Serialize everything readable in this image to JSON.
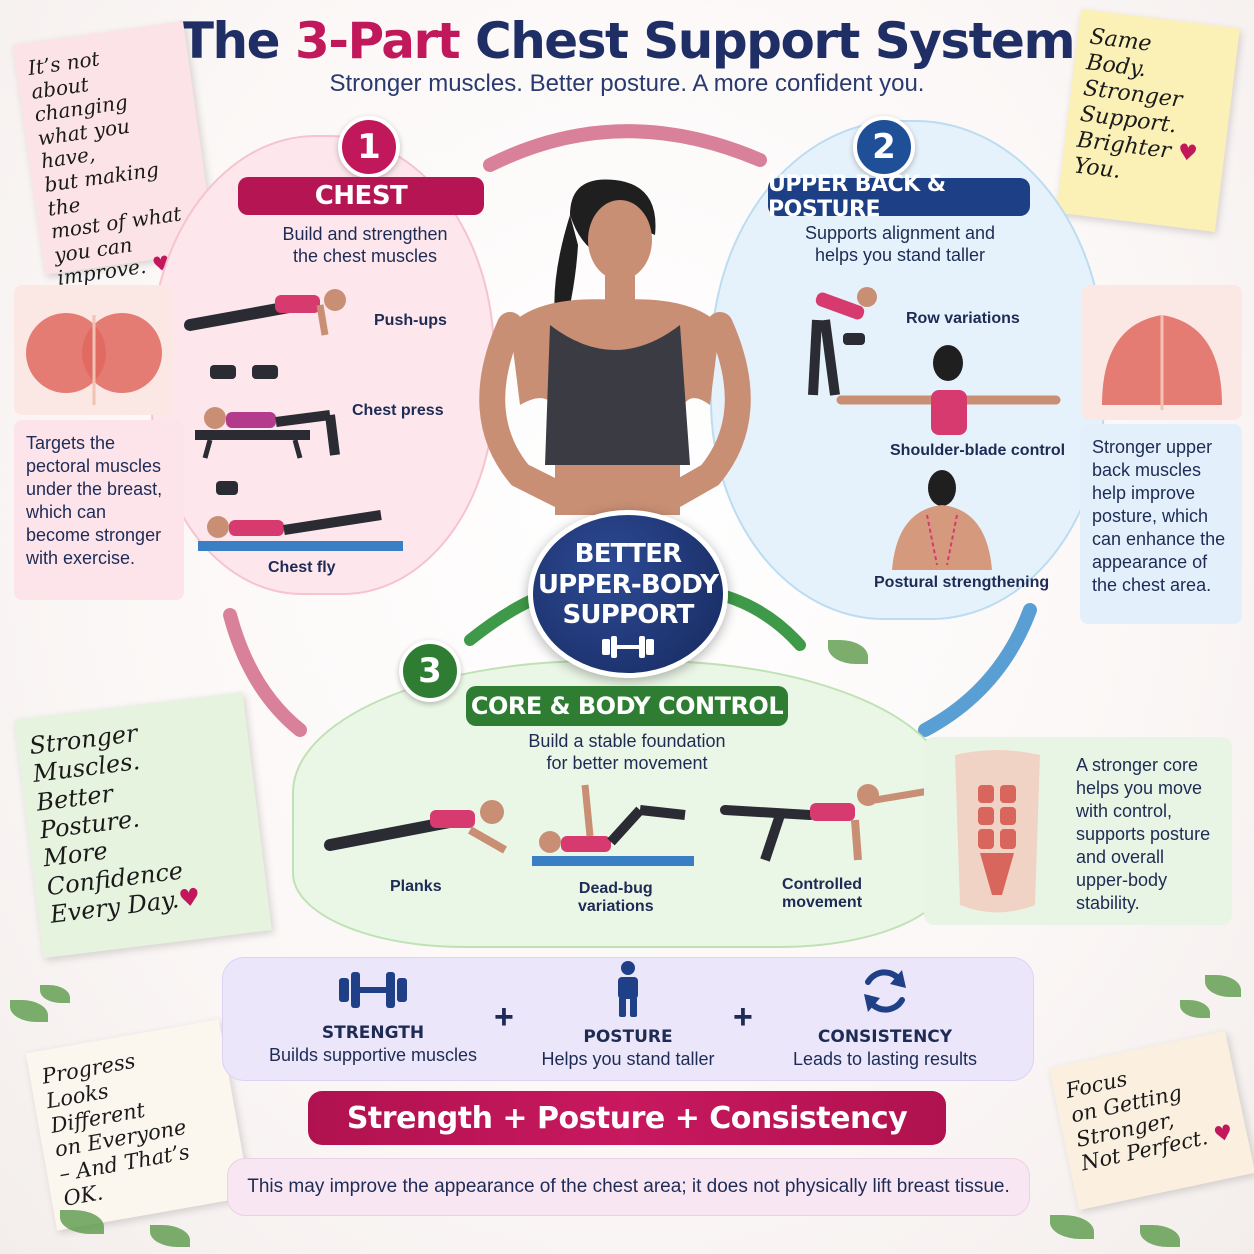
{
  "header": {
    "title_pre": "The ",
    "title_accent": "3-Part",
    "title_post": " Chest Support System",
    "subtitle": "Stronger muscles. Better posture. A more confident you."
  },
  "notes": {
    "top_left": [
      "It’s not",
      "about changing",
      "what you have,",
      "but making the",
      "most of what",
      "you can",
      "improve."
    ],
    "top_right": [
      "Same",
      "Body.",
      "Stronger",
      "Support.",
      "Brighter",
      "You."
    ],
    "mid_left": [
      "Stronger",
      "Muscles.",
      "Better",
      "Posture.",
      "More",
      "Confidence",
      "Every Day."
    ],
    "bottom_left": [
      "Progress",
      "Looks",
      "Different",
      "on Everyone",
      "– And That’s OK."
    ],
    "bottom_right": [
      "Focus",
      "on Getting",
      "Stronger,",
      "Not Perfect."
    ],
    "heart": "♥"
  },
  "sections": {
    "chest": {
      "number": "1",
      "title": "CHEST",
      "description_1": "Build and strengthen",
      "description_2": "the chest muscles",
      "exercises": [
        "Push-ups",
        "Chest press",
        "Chest fly"
      ],
      "info": "Targets the pectoral muscles under the breast, which can become stronger with exercise."
    },
    "back": {
      "number": "2",
      "title": "UPPER BACK & POSTURE",
      "description_1": "Supports alignment and",
      "description_2": "helps you stand taller",
      "exercises": [
        "Row variations",
        "Shoulder-blade control",
        "Postural strengthening"
      ],
      "info": "Stronger upper back muscles help improve posture, which can enhance the appearance of the chest area."
    },
    "core": {
      "number": "3",
      "title": "CORE & BODY CONTROL",
      "description_1": "Build a stable foundation",
      "description_2": "for better movement",
      "exercises": [
        {
          "line1": "Planks",
          "line2": ""
        },
        {
          "line1": "Dead-bug",
          "line2": "variations"
        },
        {
          "line1": "Controlled",
          "line2": "movement"
        }
      ],
      "info": "A stronger core helps you move with control, supports posture and overall upper-body stability."
    }
  },
  "center": {
    "line1": "BETTER",
    "line2": "UPPER-BODY",
    "line3": "SUPPORT"
  },
  "pillars": [
    {
      "title": "STRENGTH",
      "desc": "Builds supportive muscles",
      "icon": "dumbbell-icon"
    },
    {
      "title": "POSTURE",
      "desc": "Helps you stand taller",
      "icon": "person-icon"
    },
    {
      "title": "CONSISTENCY",
      "desc": "Leads to lasting results",
      "icon": "refresh-icon"
    }
  ],
  "plus": "+",
  "formula": "Strength + Posture + Consistency",
  "disclaimer": "This may improve the appearance of the chest area; it does not physically lift breast tissue.",
  "colors": {
    "chest": "#c1185b",
    "back": "#1f4f96",
    "core": "#2e7d32",
    "navy": "#1f2f66"
  }
}
